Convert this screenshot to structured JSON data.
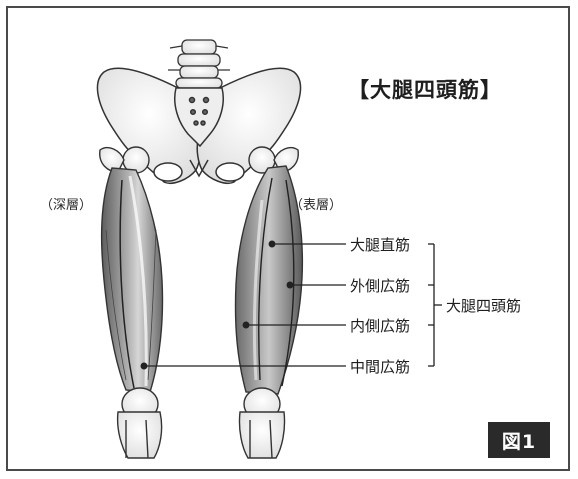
{
  "title": "【大腿四頭筋】",
  "left_label": "（深層）",
  "right_label": "（表層）",
  "muscles": [
    {
      "label": "大腿直筋"
    },
    {
      "label": "外側広筋"
    },
    {
      "label": "内側広筋"
    },
    {
      "label": "中間広筋"
    }
  ],
  "group_label": "大腿四頭筋",
  "figure_tag": "図1",
  "colors": {
    "ink": "#1e1e1e",
    "muscle": "#8a8a8a",
    "bone": "#f2f2f2",
    "tag_bg": "#2a2a2a"
  }
}
